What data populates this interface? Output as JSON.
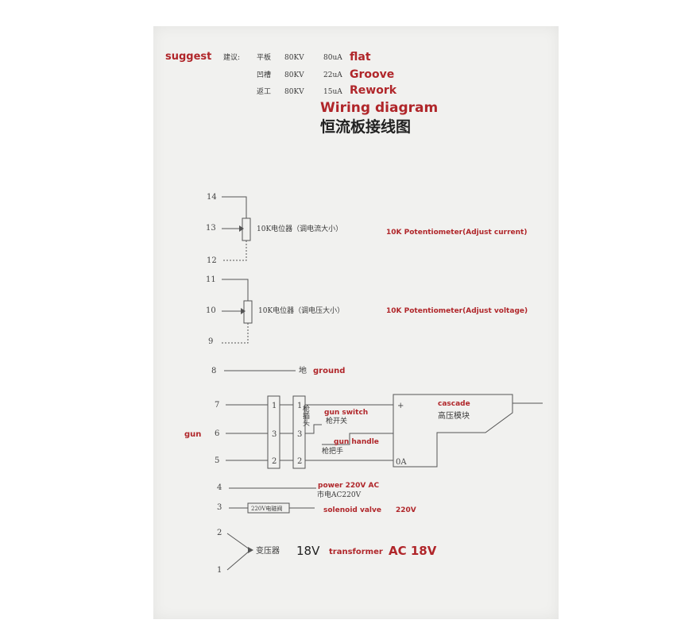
{
  "suggest": {
    "label_en": "suggest",
    "label_cn": "建议:",
    "rows": [
      {
        "cn": "平板",
        "kv": "80KV",
        "ua": "80uA",
        "en": "flat"
      },
      {
        "cn": "凹槽",
        "kv": "80KV",
        "ua": "22uA",
        "en": "Groove"
      },
      {
        "cn": "返工",
        "kv": "80KV",
        "ua": "15uA",
        "en": "Rework"
      }
    ]
  },
  "title": {
    "en": "Wiring diagram",
    "cn": "恒流板接线图"
  },
  "terminals": [
    "14",
    "13",
    "12",
    "11",
    "10",
    "9",
    "8",
    "7",
    "6",
    "5",
    "4",
    "3",
    "2",
    "1"
  ],
  "pot_current": {
    "cn": "10K电位器（调电流大小）",
    "en": "10K Potentiometer(Adjust current)"
  },
  "pot_voltage": {
    "cn": "10K电位器（调电压大小）",
    "en": "10K Potentiometer(Adjust voltage)"
  },
  "ground": {
    "cn": "地",
    "en": "ground"
  },
  "gun": {
    "label": "gun",
    "block1": [
      "1",
      "3",
      "2"
    ],
    "block2_cn": "枪插头",
    "block2_pins": [
      "1",
      "3",
      "2"
    ],
    "switch": {
      "cn": "枪开关",
      "en": "gun switch"
    },
    "handle": {
      "cn": "枪把手",
      "en": "gun handle"
    }
  },
  "cascade": {
    "en": "cascade",
    "cn": "高压模块",
    "plus": "+",
    "minus": "0A"
  },
  "power": {
    "en": "power 220V AC",
    "cn": "市电AC220V"
  },
  "solenoid": {
    "box": "220V电磁阀",
    "en": "solenoid valve",
    "v": "220V"
  },
  "transformer": {
    "cn": "变压器",
    "v": "18V",
    "en": "transformer",
    "ac": "AC 18V"
  }
}
